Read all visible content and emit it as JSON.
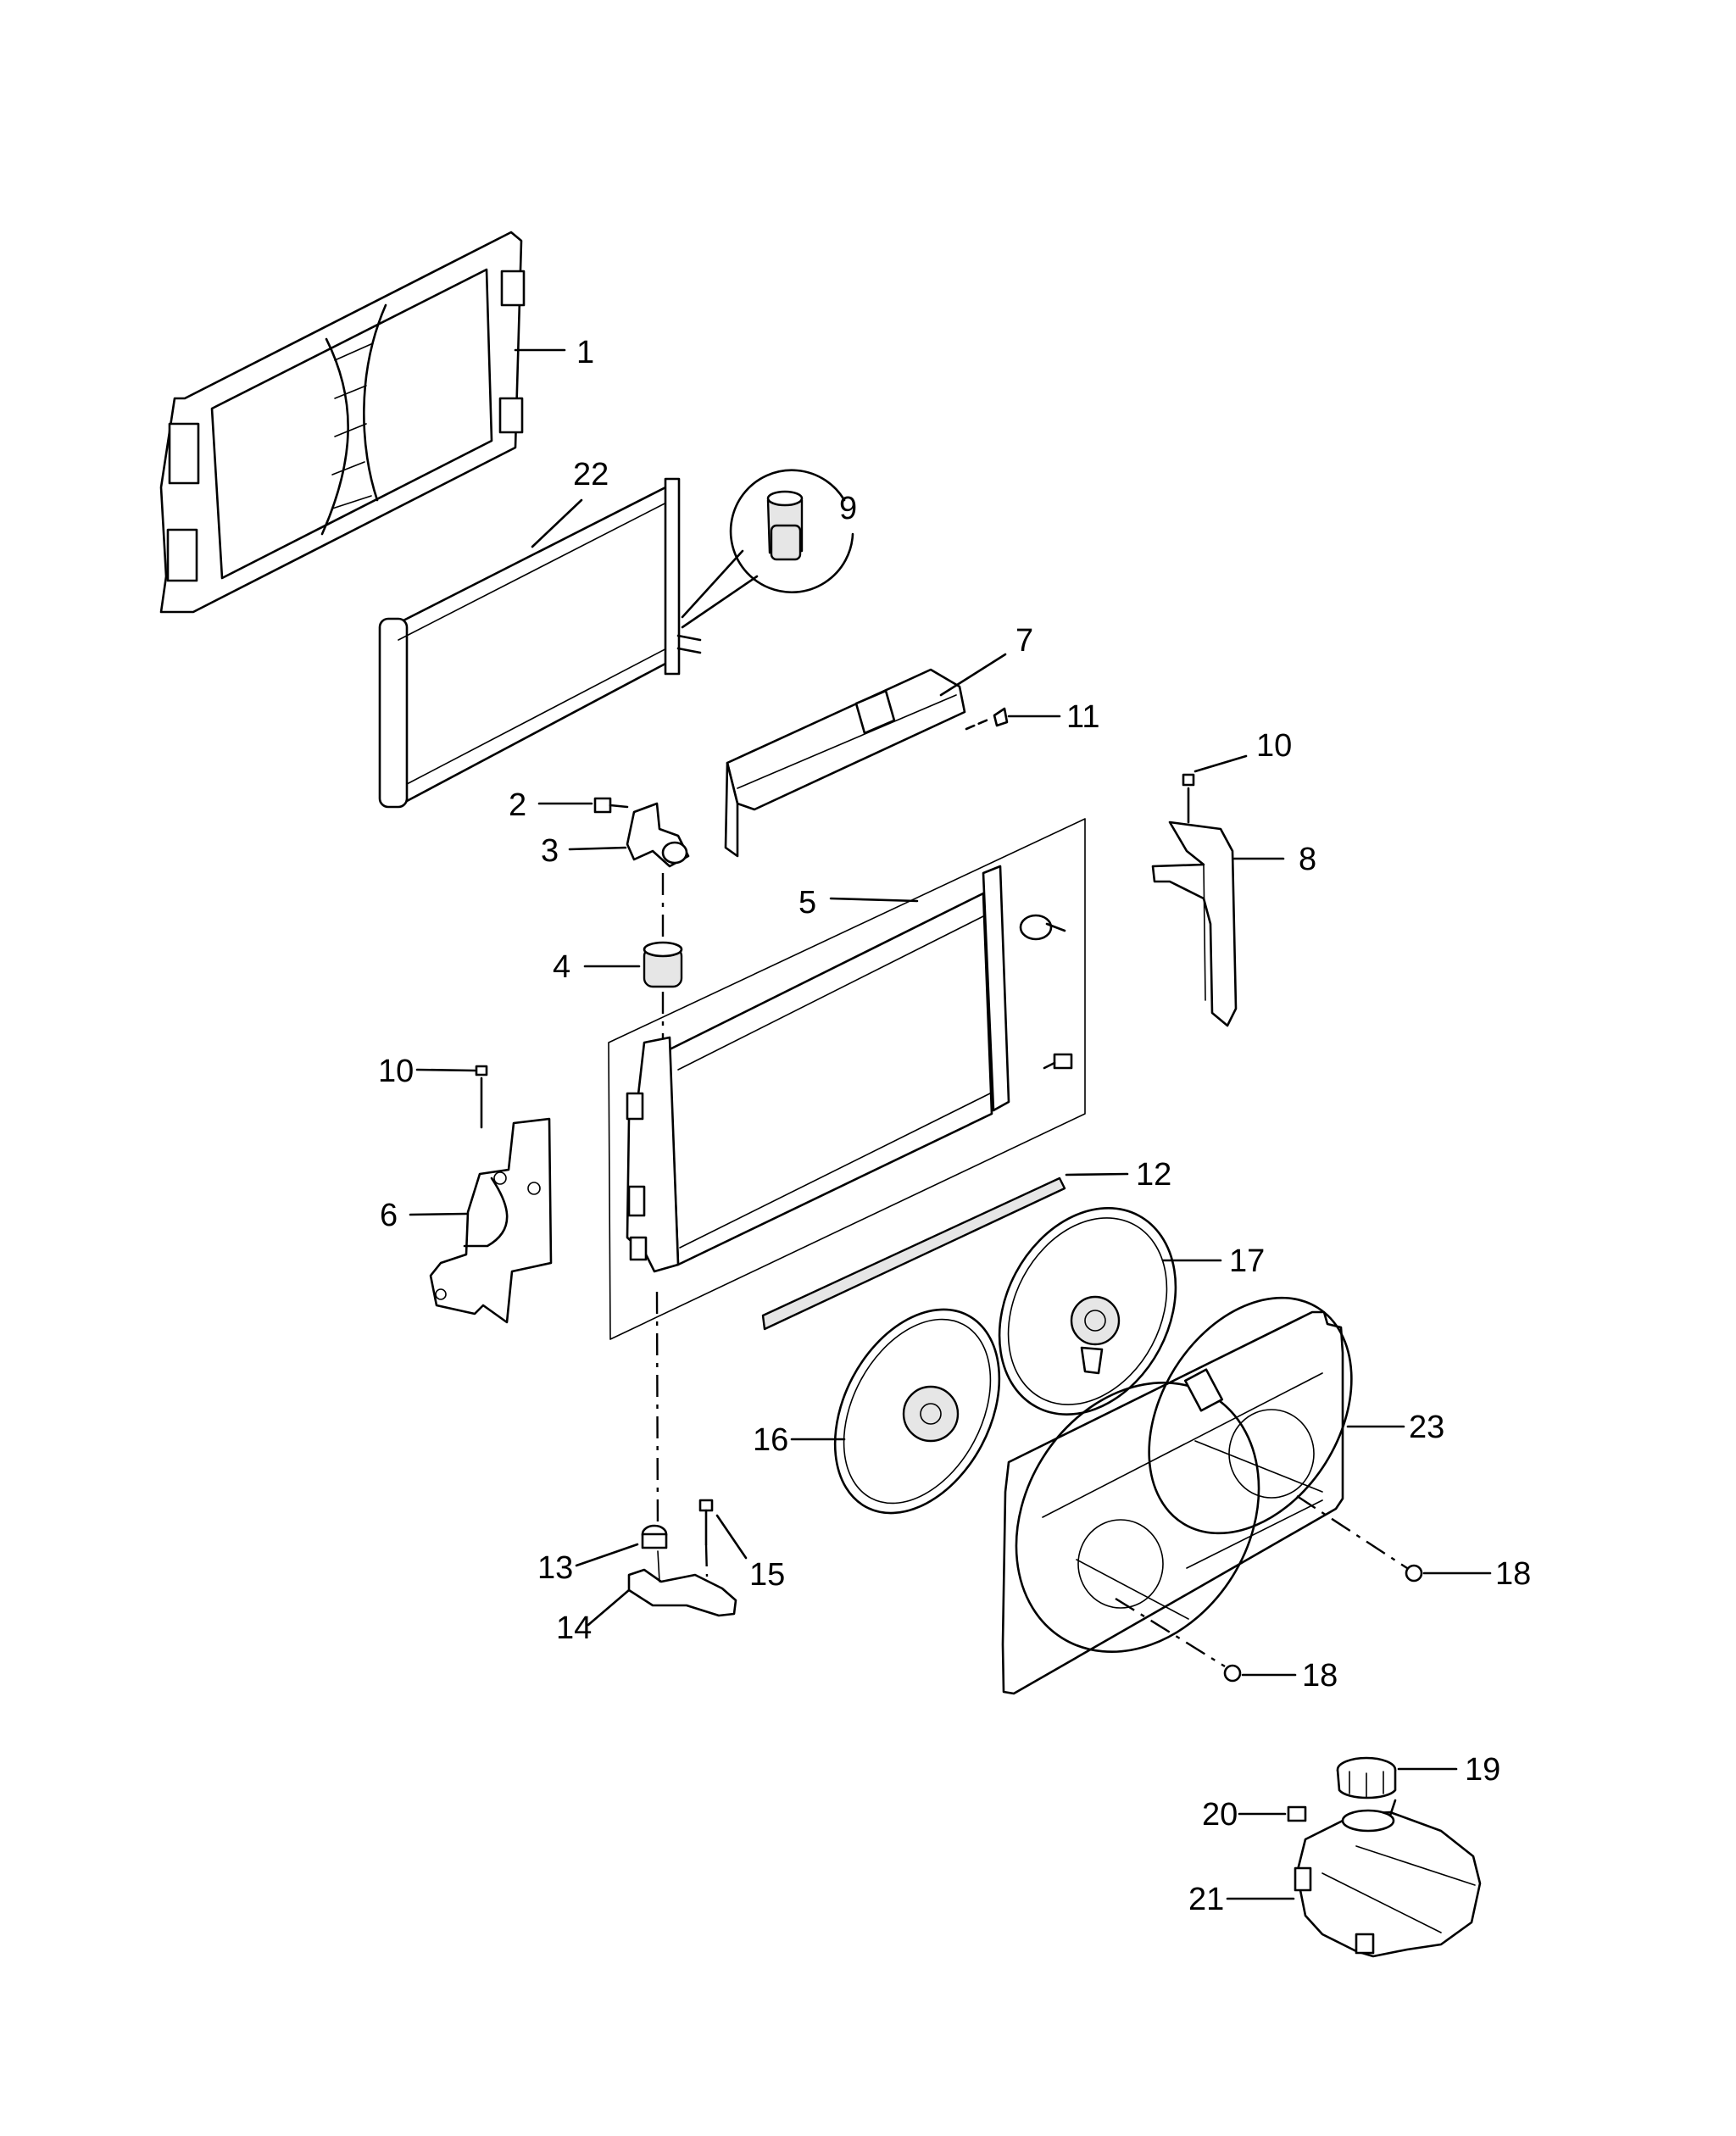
{
  "callouts": {
    "c1": "1",
    "c2": "2",
    "c3": "3",
    "c4": "4",
    "c5": "5",
    "c6": "6",
    "c7": "7",
    "c8": "8",
    "c9": "9",
    "c10a": "10",
    "c10b": "10",
    "c11": "11",
    "c12": "12",
    "c13": "13",
    "c14": "14",
    "c15": "15",
    "c16": "16",
    "c17": "17",
    "c18a": "18",
    "c18b": "18",
    "c19": "19",
    "c20": "20",
    "c21": "21",
    "c22": "22",
    "c23": "23"
  }
}
